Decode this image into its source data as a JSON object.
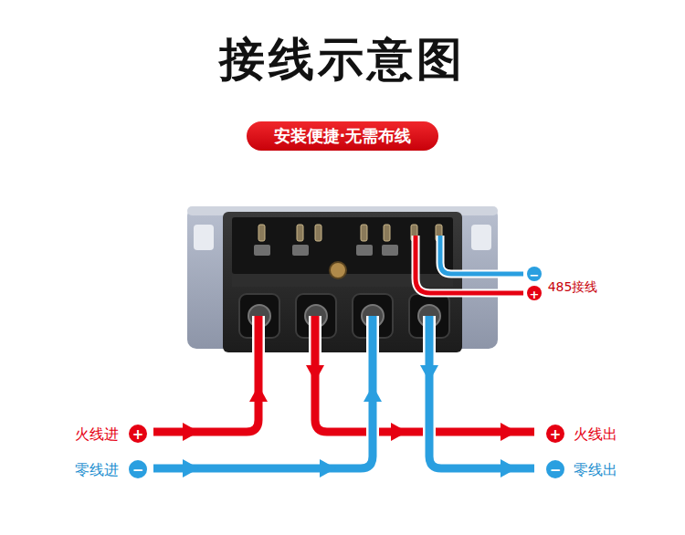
{
  "diagram": {
    "title": "接线示意图",
    "nodes": [
      {
        "text": [
          "安装便捷·无需布线"
        ]
      }
    ],
    "edges": [],
    "labels": [
      "−",
      "+",
      "485接线",
      "火线进",
      "+",
      "零线进",
      "−",
      "+",
      "火线出",
      "−",
      "零线出"
    ]
  }
}
